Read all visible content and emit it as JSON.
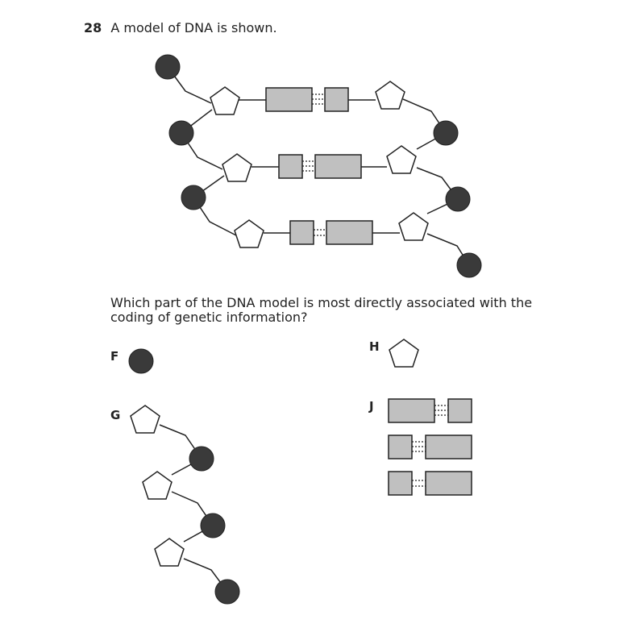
{
  "question": {
    "number": "28",
    "stem": "A model of DNA is shown.",
    "prompt": "Which part of the DNA model is most directly associated with the coding of genetic information?"
  },
  "choices": [
    {
      "letter": "F",
      "icon": "phosphate-circle-icon"
    },
    {
      "letter": "G",
      "icon": "sugar-phosphate-backbone-icon"
    },
    {
      "letter": "H",
      "icon": "sugar-pentagon-icon"
    },
    {
      "letter": "J",
      "icon": "base-pairs-icon"
    }
  ],
  "colors": {
    "phosphate": "#3a3a3a",
    "base": "#c0c0c0",
    "outline": "#222222",
    "sugar": "#ffffff"
  }
}
